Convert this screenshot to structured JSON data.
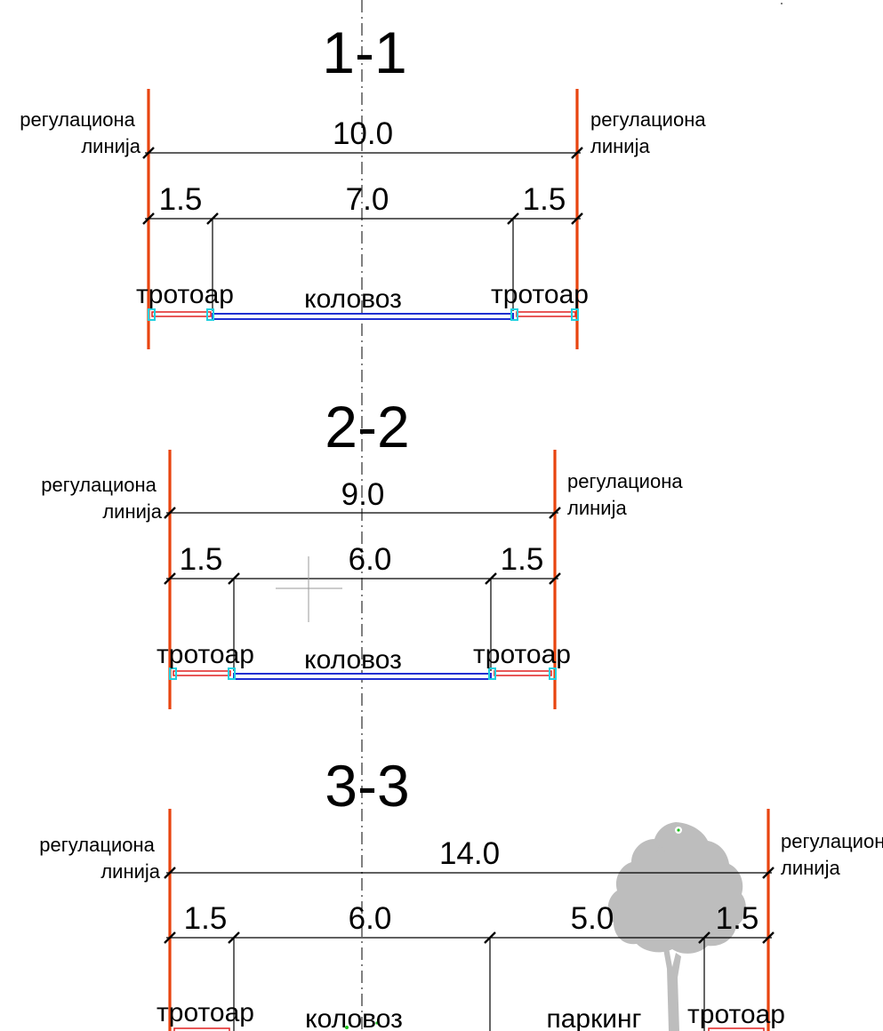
{
  "sections": [
    {
      "id": "s1",
      "title": "1-1",
      "total": "10.0",
      "dims": [
        "1.5",
        "7.0",
        "1.5"
      ],
      "reg_left": [
        "регулациона",
        "линија"
      ],
      "reg_right": [
        "регулациона",
        "линија"
      ],
      "labels": [
        "тротоар",
        "коловоз",
        "тротоар"
      ]
    },
    {
      "id": "s2",
      "title": "2-2",
      "total": "9.0",
      "dims": [
        "1.5",
        "6.0",
        "1.5"
      ],
      "reg_left": [
        "регулациона",
        "линија"
      ],
      "reg_right": [
        "регулациона",
        "линија"
      ],
      "labels": [
        "тротоар",
        "коловоз",
        "тротоар"
      ]
    },
    {
      "id": "s3",
      "title": "3-3",
      "total": "14.0",
      "dims": [
        "1.5",
        "6.0",
        "5.0",
        "1.5"
      ],
      "reg_left": [
        "регулациона",
        "линија"
      ],
      "reg_right": [
        "регулациона",
        "линија"
      ],
      "labels": [
        "тротоар",
        "коловоз",
        "паркинг",
        "тротоар"
      ]
    }
  ],
  "colors": {
    "regulation_line": "#e8440f",
    "roadway": "#1f2fd1",
    "sidewalk": "#e02020",
    "curb": "#20d0e0",
    "tree": "#bdbdbd"
  },
  "icons": [
    "tree-icon",
    "crosshair-icon"
  ]
}
